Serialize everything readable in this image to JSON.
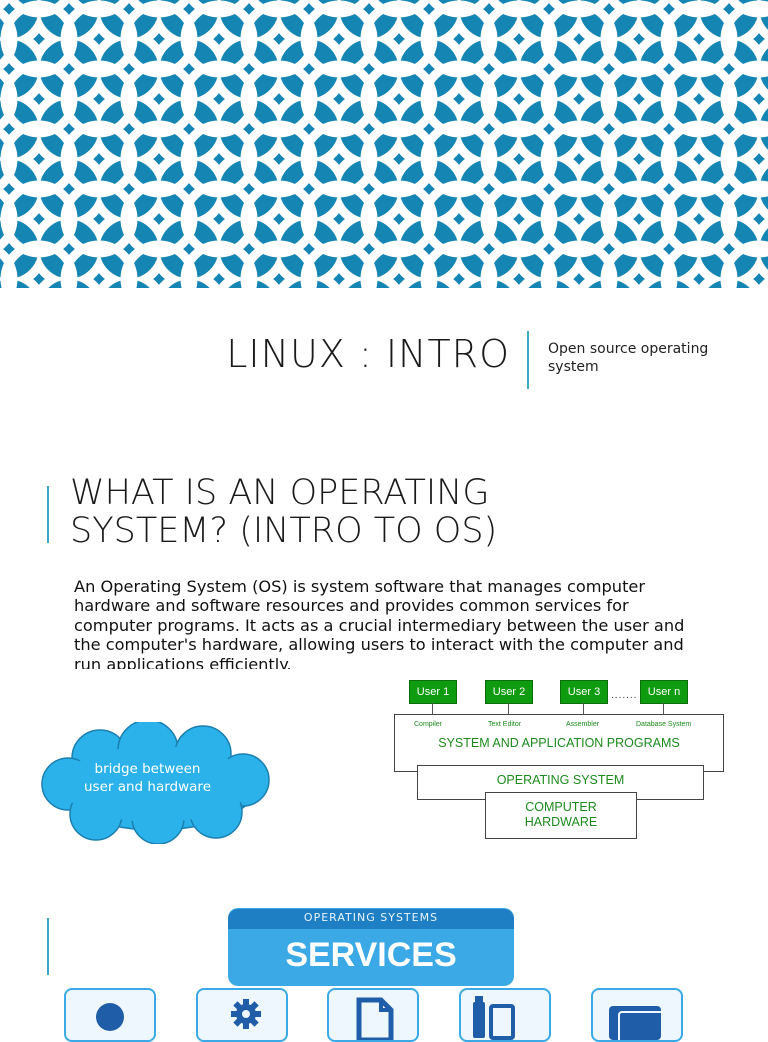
{
  "slide1": {
    "title": "LINUX : INTRO",
    "subtitle": "Open source operating system",
    "pattern_color": "#1585b4"
  },
  "slide2": {
    "heading_line1": "WHAT IS AN OPERATING",
    "heading_line2": "SYSTEM? (INTRO TO OS)",
    "paragraph": "An Operating System (OS) is system software that manages computer hardware and software resources and provides common services for computer programs. It acts as a crucial intermediary between the user and the computer's hardware, allowing users to interact with the computer and run applications efficiently.",
    "cloud_text_line1": "bridge between",
    "cloud_text_line2": "user and hardware",
    "diagram": {
      "users": [
        "User 1",
        "User 2",
        "User 3",
        "User n"
      ],
      "dots": ".......",
      "tools": [
        "Compiler",
        "Text Editor",
        "Assembler",
        "Database System"
      ],
      "system_programs": "SYSTEM AND APPLICATION PROGRAMS",
      "operating_system": "OPERATING SYSTEM",
      "hardware_line1": "COMPUTER",
      "hardware_line2": "HARDWARE",
      "user_box_color": "#0f9b0f",
      "label_color": "#1c8a1c"
    }
  },
  "slide3": {
    "kicker": "OPERATING SYSTEMS",
    "title": "SERVICES",
    "banner_color": "#3aa9e6",
    "service_icons": [
      "user-icon",
      "gear-icon",
      "document-icon",
      "usb-device-icon",
      "folder-icon"
    ]
  }
}
